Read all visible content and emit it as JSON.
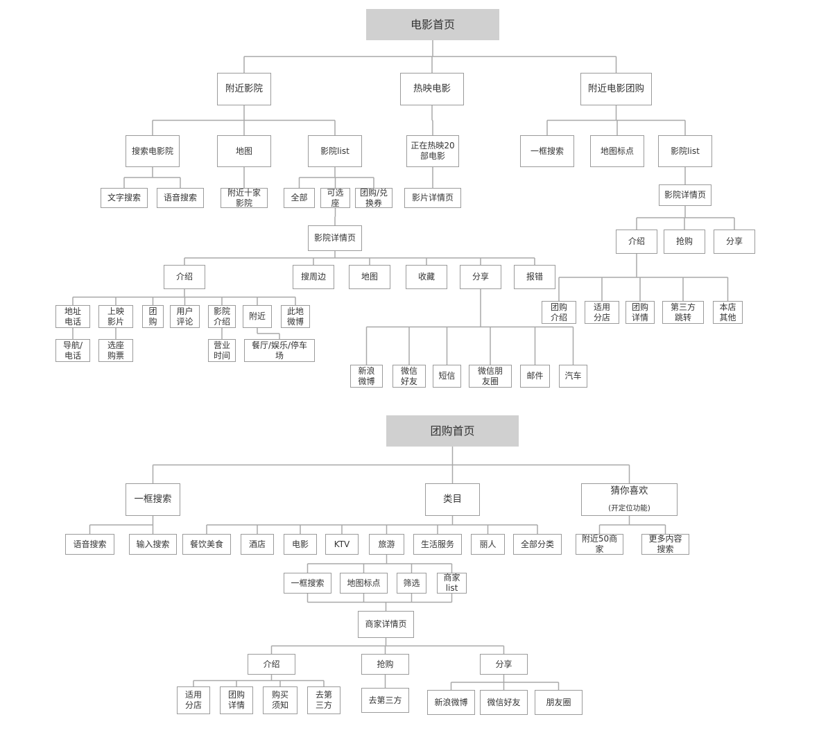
{
  "diagram": {
    "nodes": [
      {
        "id": "m_root",
        "lines": [
          "电影首页"
        ]
      },
      {
        "id": "m_nearby",
        "lines": [
          "附近影院"
        ]
      },
      {
        "id": "m_hot",
        "lines": [
          "热映电影"
        ]
      },
      {
        "id": "m_group",
        "lines": [
          "附近电影团购"
        ]
      },
      {
        "id": "m_search",
        "lines": [
          "搜索电影院"
        ]
      },
      {
        "id": "m_map",
        "lines": [
          "地图"
        ]
      },
      {
        "id": "m_cinemalist",
        "lines": [
          "影院list"
        ]
      },
      {
        "id": "m_text_search",
        "lines": [
          "文字搜索"
        ]
      },
      {
        "id": "m_voice_search",
        "lines": [
          "语音搜索"
        ]
      },
      {
        "id": "m_near10",
        "lines": [
          "附近十家",
          "影院"
        ]
      },
      {
        "id": "m_all",
        "lines": [
          "全部"
        ]
      },
      {
        "id": "m_seat",
        "lines": [
          "可选",
          "座"
        ]
      },
      {
        "id": "m_coupon",
        "lines": [
          "团购/兑",
          "换券"
        ]
      },
      {
        "id": "m_detail",
        "lines": [
          "影院详情页"
        ]
      },
      {
        "id": "m_intro",
        "lines": [
          "介绍"
        ]
      },
      {
        "id": "m_around",
        "lines": [
          "搜周边"
        ]
      },
      {
        "id": "m_map2",
        "lines": [
          "地图"
        ]
      },
      {
        "id": "m_fav",
        "lines": [
          "收藏"
        ]
      },
      {
        "id": "m_share",
        "lines": [
          "分享"
        ]
      },
      {
        "id": "m_report",
        "lines": [
          "报错"
        ]
      },
      {
        "id": "m_addr",
        "lines": [
          "地址",
          "电话"
        ]
      },
      {
        "id": "m_showing",
        "lines": [
          "上映",
          "影片"
        ]
      },
      {
        "id": "m_tuan",
        "lines": [
          "团",
          "购"
        ]
      },
      {
        "id": "m_review",
        "lines": [
          "用户",
          "评论"
        ]
      },
      {
        "id": "m_cinema_intro",
        "lines": [
          "影院",
          "介绍"
        ]
      },
      {
        "id": "m_near",
        "lines": [
          "附近"
        ]
      },
      {
        "id": "m_weibo_here",
        "lines": [
          "此地",
          "微博"
        ]
      },
      {
        "id": "m_nav",
        "lines": [
          "导航/",
          "电话"
        ]
      },
      {
        "id": "m_buy",
        "lines": [
          "选座",
          "购票"
        ]
      },
      {
        "id": "m_hours",
        "lines": [
          "营业",
          "时间"
        ]
      },
      {
        "id": "m_facilities",
        "lines": [
          "餐厅/娱乐/停车",
          "场"
        ]
      },
      {
        "id": "m_s_weibo",
        "lines": [
          "新浪",
          "微博"
        ]
      },
      {
        "id": "m_s_wxfriend",
        "lines": [
          "微信",
          "好友"
        ]
      },
      {
        "id": "m_s_sms",
        "lines": [
          "短信"
        ]
      },
      {
        "id": "m_s_moments",
        "lines": [
          "微信朋",
          "友圈"
        ]
      },
      {
        "id": "m_s_mail",
        "lines": [
          "邮件"
        ]
      },
      {
        "id": "m_s_car",
        "lines": [
          "汽车"
        ]
      },
      {
        "id": "m_now20",
        "lines": [
          "正在热映20",
          "部电影"
        ]
      },
      {
        "id": "m_movie_detail",
        "lines": [
          "影片详情页"
        ]
      },
      {
        "id": "m_g_search",
        "lines": [
          "一框搜索"
        ]
      },
      {
        "id": "m_g_map",
        "lines": [
          "地图标点"
        ]
      },
      {
        "id": "m_g_list",
        "lines": [
          "影院list"
        ]
      },
      {
        "id": "m_g_detail",
        "lines": [
          "影院详情页"
        ]
      },
      {
        "id": "m_g_intro",
        "lines": [
          "介绍"
        ]
      },
      {
        "id": "m_g_buy",
        "lines": [
          "抢购"
        ]
      },
      {
        "id": "m_g_share",
        "lines": [
          "分享"
        ]
      },
      {
        "id": "m_g_tuanintro",
        "lines": [
          "团购",
          "介绍"
        ]
      },
      {
        "id": "m_g_shops",
        "lines": [
          "适用",
          "分店"
        ]
      },
      {
        "id": "m_g_tuandetail",
        "lines": [
          "团购",
          "详情"
        ]
      },
      {
        "id": "m_g_third",
        "lines": [
          "第三方",
          "跳转"
        ]
      },
      {
        "id": "m_g_other",
        "lines": [
          "本店",
          "其他"
        ]
      },
      {
        "id": "t_root",
        "lines": [
          "团购首页"
        ]
      },
      {
        "id": "t_search",
        "lines": [
          "一框搜索"
        ]
      },
      {
        "id": "t_cat",
        "lines": [
          "类目"
        ]
      },
      {
        "id": "t_guess",
        "lines": [
          "猜你喜欢"
        ],
        "sub": "(开定位功能)"
      },
      {
        "id": "t_voice",
        "lines": [
          "语音搜索"
        ]
      },
      {
        "id": "t_input",
        "lines": [
          "输入搜索"
        ]
      },
      {
        "id": "t_food",
        "lines": [
          "餐饮美食"
        ]
      },
      {
        "id": "t_hotel",
        "lines": [
          "酒店"
        ]
      },
      {
        "id": "t_movie",
        "lines": [
          "电影"
        ]
      },
      {
        "id": "t_ktv",
        "lines": [
          "KTV"
        ]
      },
      {
        "id": "t_travel",
        "lines": [
          "旅游"
        ]
      },
      {
        "id": "t_life",
        "lines": [
          "生活服务"
        ]
      },
      {
        "id": "t_beauty",
        "lines": [
          "丽人"
        ]
      },
      {
        "id": "t_allcat",
        "lines": [
          "全部分类"
        ]
      },
      {
        "id": "t_near50",
        "lines": [
          "附近50商",
          "家"
        ]
      },
      {
        "id": "t_more",
        "lines": [
          "更多内容",
          "搜索"
        ]
      },
      {
        "id": "t_c_search",
        "lines": [
          "一框搜索"
        ]
      },
      {
        "id": "t_c_map",
        "lines": [
          "地图标点"
        ]
      },
      {
        "id": "t_c_filter",
        "lines": [
          "筛选"
        ]
      },
      {
        "id": "t_c_list",
        "lines": [
          "商家",
          "list"
        ]
      },
      {
        "id": "t_detail",
        "lines": [
          "商家详情页"
        ]
      },
      {
        "id": "t_intro",
        "lines": [
          "介绍"
        ]
      },
      {
        "id": "t_buy",
        "lines": [
          "抢购"
        ]
      },
      {
        "id": "t_share",
        "lines": [
          "分享"
        ]
      },
      {
        "id": "t_shops",
        "lines": [
          "适用",
          "分店"
        ]
      },
      {
        "id": "t_tuandetail",
        "lines": [
          "团购",
          "详情"
        ]
      },
      {
        "id": "t_notice",
        "lines": [
          "购买",
          "须知"
        ]
      },
      {
        "id": "t_tothird",
        "lines": [
          "去第",
          "三方"
        ]
      },
      {
        "id": "t_third",
        "lines": [
          "去第三方"
        ]
      },
      {
        "id": "t_weibo",
        "lines": [
          "新浪微博"
        ]
      },
      {
        "id": "t_wxfriend",
        "lines": [
          "微信好友"
        ]
      },
      {
        "id": "t_moments",
        "lines": [
          "朋友圈"
        ]
      }
    ],
    "edges": [
      [
        "m_root",
        "m_nearby"
      ],
      [
        "m_root",
        "m_hot"
      ],
      [
        "m_root",
        "m_group"
      ],
      [
        "m_nearby",
        "m_search"
      ],
      [
        "m_nearby",
        "m_map"
      ],
      [
        "m_nearby",
        "m_cinemalist"
      ],
      [
        "m_search",
        "m_text_search"
      ],
      [
        "m_search",
        "m_voice_search"
      ],
      [
        "m_map",
        "m_near10"
      ],
      [
        "m_cinemalist",
        "m_all"
      ],
      [
        "m_cinemalist",
        "m_seat"
      ],
      [
        "m_cinemalist",
        "m_coupon"
      ],
      [
        "m_seat",
        "m_detail"
      ],
      [
        "m_detail",
        "m_intro"
      ],
      [
        "m_detail",
        "m_around"
      ],
      [
        "m_detail",
        "m_map2"
      ],
      [
        "m_detail",
        "m_fav"
      ],
      [
        "m_detail",
        "m_share"
      ],
      [
        "m_detail",
        "m_report"
      ],
      [
        "m_intro",
        "m_addr"
      ],
      [
        "m_intro",
        "m_showing"
      ],
      [
        "m_intro",
        "m_tuan"
      ],
      [
        "m_intro",
        "m_review"
      ],
      [
        "m_intro",
        "m_cinema_intro"
      ],
      [
        "m_intro",
        "m_near"
      ],
      [
        "m_intro",
        "m_weibo_here"
      ],
      [
        "m_addr",
        "m_nav"
      ],
      [
        "m_showing",
        "m_buy"
      ],
      [
        "m_cinema_intro",
        "m_hours"
      ],
      [
        "m_near",
        "m_facilities"
      ],
      [
        "m_share",
        "m_s_weibo"
      ],
      [
        "m_share",
        "m_s_wxfriend"
      ],
      [
        "m_share",
        "m_s_sms"
      ],
      [
        "m_share",
        "m_s_moments"
      ],
      [
        "m_share",
        "m_s_mail"
      ],
      [
        "m_share",
        "m_s_car"
      ],
      [
        "m_hot",
        "m_now20"
      ],
      [
        "m_now20",
        "m_movie_detail"
      ],
      [
        "m_group",
        "m_g_search"
      ],
      [
        "m_group",
        "m_g_map"
      ],
      [
        "m_group",
        "m_g_list"
      ],
      [
        "m_g_list",
        "m_g_detail"
      ],
      [
        "m_g_detail",
        "m_g_intro"
      ],
      [
        "m_g_detail",
        "m_g_buy"
      ],
      [
        "m_g_detail",
        "m_g_share"
      ],
      [
        "m_g_intro",
        "m_g_tuanintro"
      ],
      [
        "m_g_intro",
        "m_g_shops"
      ],
      [
        "m_g_intro",
        "m_g_tuandetail"
      ],
      [
        "m_g_intro",
        "m_g_third"
      ],
      [
        "m_g_intro",
        "m_g_other"
      ],
      [
        "t_root",
        "t_search"
      ],
      [
        "t_root",
        "t_cat"
      ],
      [
        "t_root",
        "t_guess"
      ],
      [
        "t_search",
        "t_voice"
      ],
      [
        "t_search",
        "t_input"
      ],
      [
        "t_cat",
        "t_food"
      ],
      [
        "t_cat",
        "t_hotel"
      ],
      [
        "t_cat",
        "t_movie"
      ],
      [
        "t_cat",
        "t_ktv"
      ],
      [
        "t_cat",
        "t_travel"
      ],
      [
        "t_cat",
        "t_life"
      ],
      [
        "t_cat",
        "t_beauty"
      ],
      [
        "t_cat",
        "t_allcat"
      ],
      [
        "t_guess",
        "t_near50"
      ],
      [
        "t_guess",
        "t_more"
      ],
      [
        "t_travel",
        "t_c_search"
      ],
      [
        "t_travel",
        "t_c_map"
      ],
      [
        "t_travel",
        "t_c_filter"
      ],
      [
        "t_travel",
        "t_c_list"
      ],
      [
        "t_c_search",
        "t_detail"
      ],
      [
        "t_c_map",
        "t_detail"
      ],
      [
        "t_c_filter",
        "t_detail"
      ],
      [
        "t_c_list",
        "t_detail"
      ],
      [
        "t_detail",
        "t_intro"
      ],
      [
        "t_detail",
        "t_buy"
      ],
      [
        "t_detail",
        "t_share"
      ],
      [
        "t_intro",
        "t_shops"
      ],
      [
        "t_intro",
        "t_tuandetail"
      ],
      [
        "t_intro",
        "t_notice"
      ],
      [
        "t_intro",
        "t_tothird"
      ],
      [
        "t_buy",
        "t_third"
      ],
      [
        "t_share",
        "t_weibo"
      ],
      [
        "t_share",
        "t_wxfriend"
      ],
      [
        "t_share",
        "t_moments"
      ]
    ]
  }
}
